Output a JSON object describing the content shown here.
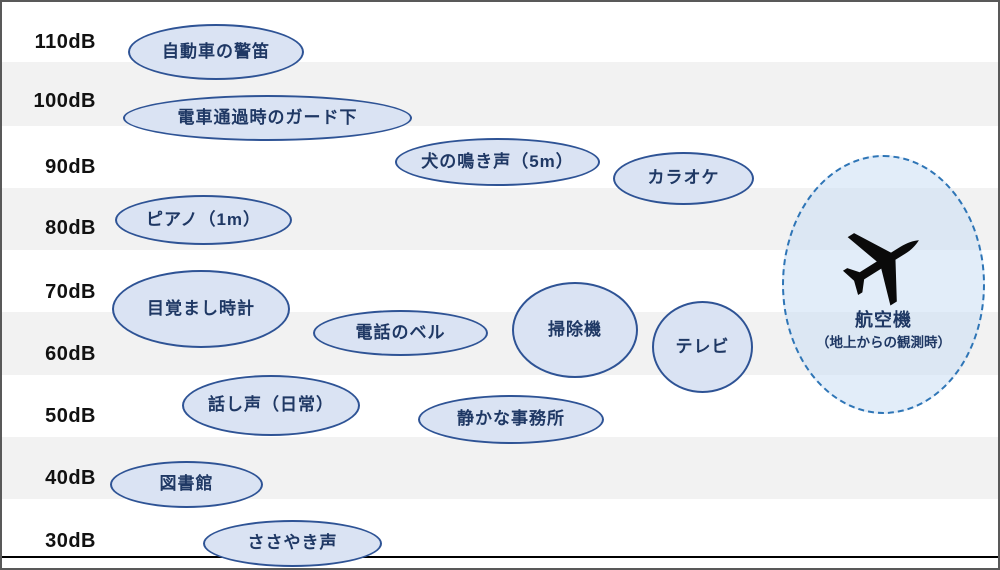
{
  "colors": {
    "bubble_fill": "#dae3f3",
    "bubble_stroke": "#2e5395",
    "bubble_text": "#1f3864",
    "band_gray": "#f2f2f2",
    "aircraft_stroke_dashed": "#2e75b6",
    "aircraft_fill": "#deebf7",
    "baseline": "#000000",
    "tick_text": "#111111"
  },
  "icons": {
    "airplane": "black airplane silhouette (flying toward upper right)"
  },
  "chart_data": {
    "type": "scatter",
    "title": "",
    "ylabel": "dB",
    "ylim": [
      25,
      115
    ],
    "grid": "alternating horizontal gray/white bands, one per 10 dB step",
    "legend": "none",
    "yticks": [
      "110dB",
      "100dB",
      "90dB",
      "80dB",
      "70dB",
      "60dB",
      "50dB",
      "40dB",
      "30dB"
    ],
    "items": [
      {
        "label": "自動車の警笛",
        "db": 110
      },
      {
        "label": "電車通過時のガード下",
        "db": 100
      },
      {
        "label": "犬の鳴き声（5m）",
        "db": 90
      },
      {
        "label": "カラオケ",
        "db": 90
      },
      {
        "label": "ピアノ（1m）",
        "db": 80
      },
      {
        "label": "目覚まし時計",
        "db": 70
      },
      {
        "label": "電話のベル",
        "db": 64
      },
      {
        "label": "掃除機",
        "db": 64
      },
      {
        "label": "テレビ",
        "db": 61
      },
      {
        "label": "航空機",
        "sublabel": "（地上からの観測時）",
        "db": 75,
        "db_range": [
          58,
          90
        ]
      },
      {
        "label": "話し声（日常）",
        "db": 53
      },
      {
        "label": "静かな事務所",
        "db": 50
      },
      {
        "label": "図書館",
        "db": 40
      },
      {
        "label": "ささやき声",
        "db": 30
      }
    ]
  }
}
